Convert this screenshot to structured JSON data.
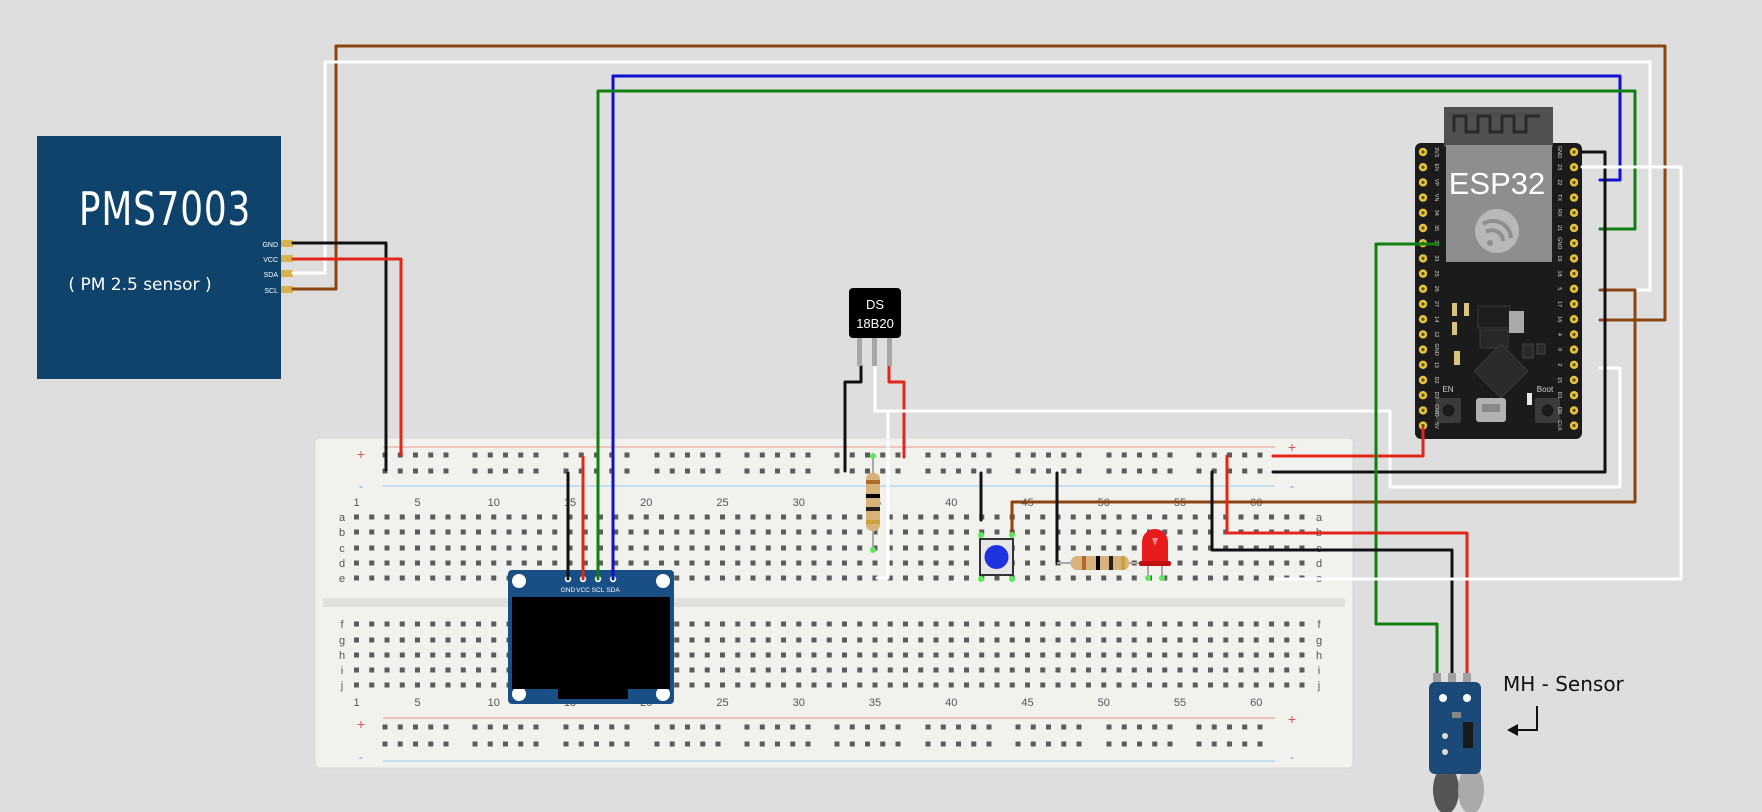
{
  "pms": {
    "title": "PMS7003",
    "subtitle": "( PM 2.5 sensor )",
    "pins": [
      "GND",
      "VCC",
      "SDA",
      "SCL"
    ]
  },
  "esp32": {
    "label": "ESP32",
    "btn_en": "EN",
    "btn_boot": "Boot",
    "left_pins": [
      "3V3",
      "EN",
      "VP",
      "VN",
      "34",
      "35",
      "32",
      "33",
      "25",
      "26",
      "27",
      "14",
      "12",
      "GND",
      "13",
      "D2",
      "D3",
      "CMD",
      "5V"
    ],
    "right_pins": [
      "GND",
      "23",
      "22",
      "TX",
      "RX",
      "21",
      "GND",
      "19",
      "18",
      "5",
      "17",
      "16",
      "4",
      "0",
      "2",
      "15",
      "D1",
      "D0",
      "CLK"
    ]
  },
  "ds18b20": {
    "line1": "DS",
    "line2": "18B20"
  },
  "oled": {
    "pins": [
      "GND",
      "VCC",
      "SCL",
      "SDA"
    ]
  },
  "mh_sensor": {
    "label": "MH - Sensor",
    "arrow": "↵"
  },
  "breadboard": {
    "columns": [
      "1",
      "5",
      "10",
      "15",
      "20",
      "25",
      "30",
      "35",
      "40",
      "45",
      "50",
      "55",
      "60"
    ],
    "rows_top": [
      "a",
      "b",
      "c",
      "d",
      "e"
    ],
    "rows_bottom": [
      "f",
      "g",
      "h",
      "i",
      "j"
    ],
    "rail_plus": "+",
    "rail_minus": "-"
  },
  "colors": {
    "background": "#dedede",
    "pms_blue": "#0f436b",
    "esp_black": "#1b1b1b",
    "wire_brown": "#8b4513",
    "wire_white": "#ffffff",
    "wire_blue": "#1010d0",
    "wire_green": "#118011",
    "wire_red": "#e3261a",
    "wire_black": "#111111",
    "breadboard": "#f1f1ee",
    "led_red": "#e81c1c",
    "button_blue": "#1e33e0"
  }
}
